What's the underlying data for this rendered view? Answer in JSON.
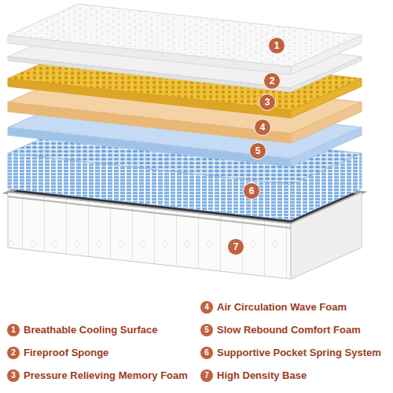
{
  "diagram": {
    "labels": [
      "1",
      "2",
      "3",
      "4",
      "5",
      "6",
      "7",
      "4",
      "Air Circulation Wave Foam",
      "1",
      "Breathable Cooling Surface",
      "5",
      "Slow Rebound Comfort Foam",
      "2",
      "Fireproof Sponge",
      "6",
      "Supportive Pocket Spring System",
      "3",
      "Pressure Relieving Memory Foam",
      "7",
      "High Density Base"
    ]
  }
}
